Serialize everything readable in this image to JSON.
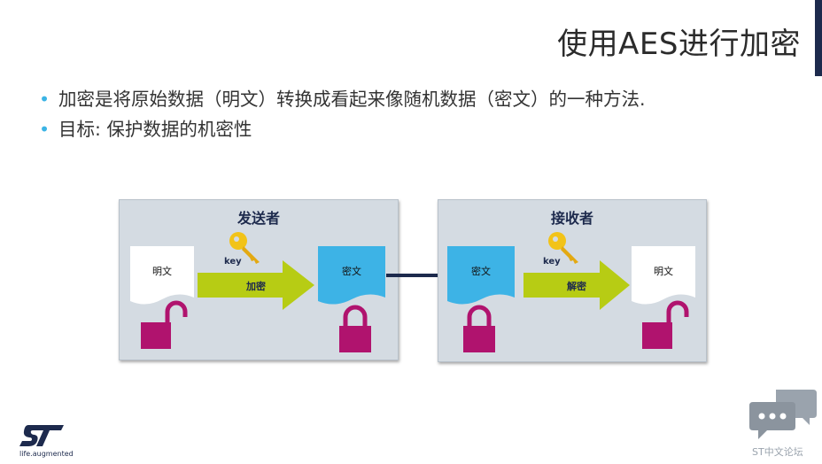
{
  "slide": {
    "title": "使用AES进行加密",
    "bullets": [
      "加密是将原始数据（明文）转换成看起来像随机数据（密文）的一种方法.",
      "目标: 保护数据的机密性"
    ]
  },
  "diagram": {
    "sender": {
      "title": "发送者",
      "plaintext": "明文",
      "key_label": "key",
      "action": "加密",
      "ciphertext": "密文"
    },
    "receiver": {
      "title": "接收者",
      "ciphertext": "密文",
      "key_label": "key",
      "action": "解密",
      "plaintext": "明文"
    },
    "colors": {
      "panel": "#d4dbe2",
      "arrow": "#b7cc14",
      "cipher_doc": "#3db3e6",
      "lock": "#b0136e",
      "key": "#f2c318",
      "navy": "#1d2a4d"
    }
  },
  "footer": {
    "logo_tagline": "life.augmented",
    "forum_label": "ST中文论坛"
  }
}
